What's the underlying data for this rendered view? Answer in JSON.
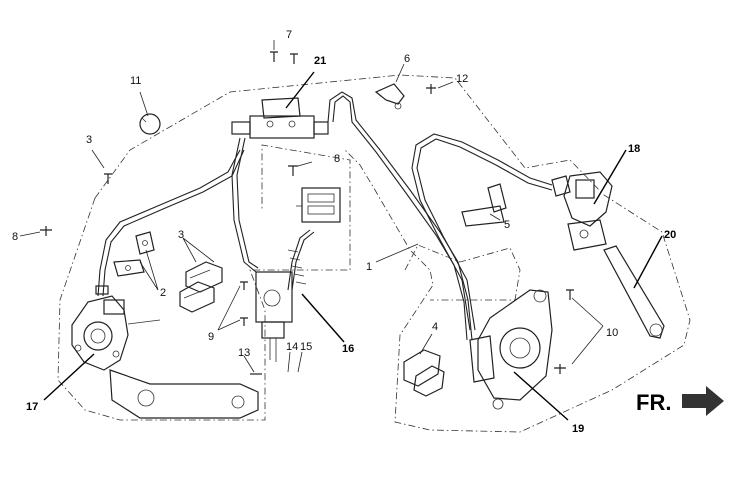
{
  "diagram": {
    "callouts": [
      "1",
      "2",
      "3",
      "4",
      "5",
      "6",
      "7",
      "8",
      "9",
      "10",
      "11",
      "12",
      "13",
      "14",
      "15",
      "16",
      "17",
      "18",
      "19",
      "20",
      "21"
    ],
    "direction_label": "FR."
  }
}
